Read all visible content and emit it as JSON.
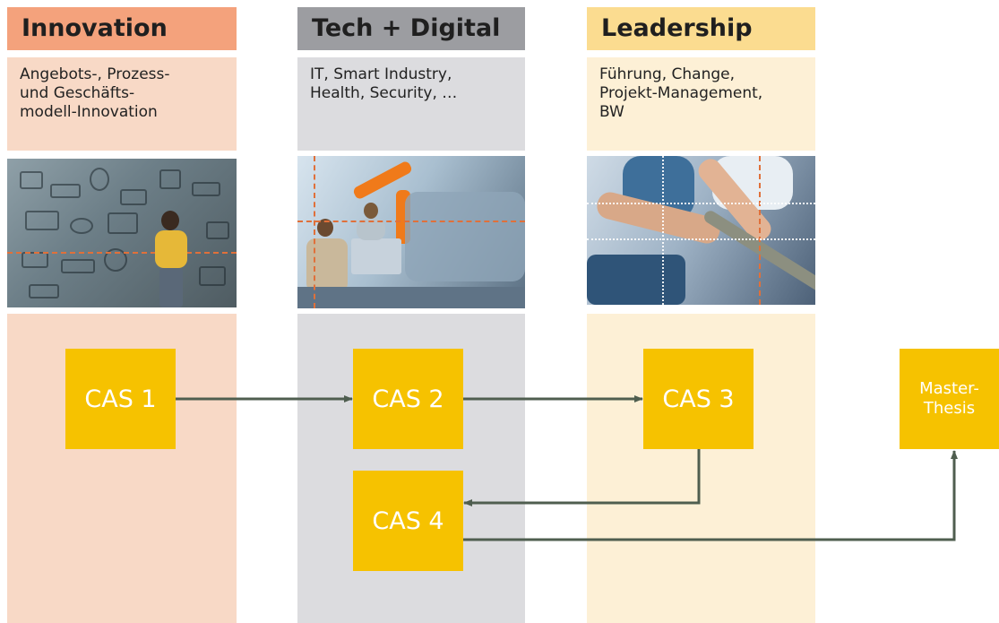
{
  "columns": {
    "innovation": {
      "header": "Innovation",
      "description": "Angebots-,  Prozess-\nund Geschäfts-\nmodell-Innovation"
    },
    "tech": {
      "header": "Tech + Digital",
      "description": "IT, Smart Industry,\nHealth, Security, …"
    },
    "leadership": {
      "header": "Leadership",
      "description": "Führung, Change,\nProjekt-Management,\nBW"
    }
  },
  "modules": {
    "cas1": "CAS 1",
    "cas2": "CAS 2",
    "cas3": "CAS 3",
    "cas4": "CAS 4",
    "master": "Master-\nThesis"
  },
  "colors": {
    "innovation_header": "#f4a27c",
    "tech_header": "#9c9da1",
    "leadership_header": "#fbdc90",
    "cas_box": "#f6c200",
    "arrow": "#4f5e4f"
  },
  "photos": {
    "innovation": "person-before-sketch-wall",
    "tech": "engineers-with-robot-arm",
    "leadership": "team-pulling-rope"
  }
}
